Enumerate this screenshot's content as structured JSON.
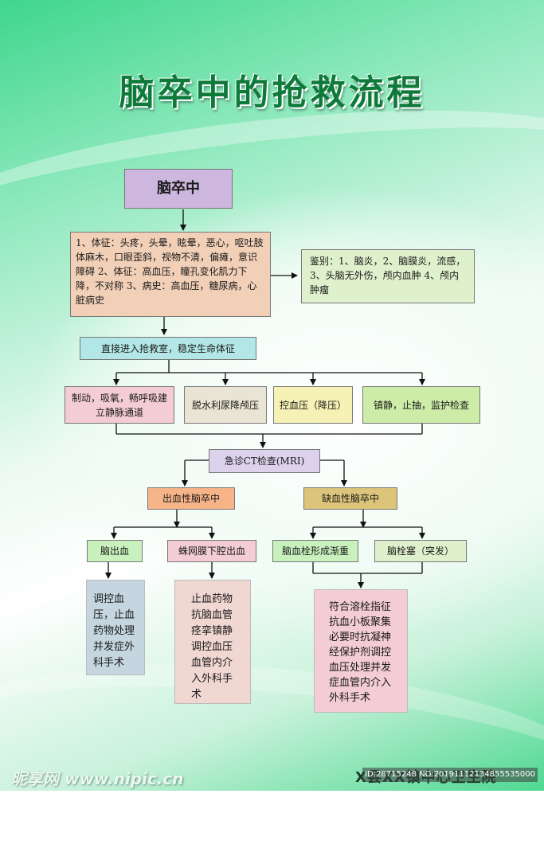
{
  "title": "脑卒中的抢救流程",
  "nodes": {
    "stroke": "脑卒中",
    "symptoms": "1、体征：头疼，头晕，眩晕，恶心，呕吐肢体麻木，口眼歪斜，视物不清，偏瘫，意识障碍 2、体征：高血压，瞳孔变化肌力下降，不对称 3、病史：高血压，糖尿病，心脏病史",
    "differential": "鉴别：1、脑炎，2、脑膜炎，流感，3、头脑无外伤，颅内血肿 4、颅内肿瘤",
    "emergency_room": "直接进入抢救室，稳定生命体征",
    "braking": "制动，吸氧，畅呼吸建立静脉通道",
    "dehydration": "脱水利尿降颅压",
    "bp_control": "控血压（降压）",
    "sedation": "镇静，止抽，监护检查",
    "ct": "急诊CT检查(MRI)",
    "hemorrhagic": "出血性脑卒中",
    "ischemic": "缺血性脑卒中",
    "cerebral_hemorrhage": "脑出血",
    "subarachnoid": "蛛网膜下腔出血",
    "thrombosis": "脑血栓形成渐重",
    "embolism": "脑栓塞（突发）",
    "treat_hemorrhage": "调控血压，止血药物处理并发症外科手术",
    "treat_subarachnoid": "止血药物抗脑血管痉挛镇静调控血压血管内介入外科手术",
    "treat_ischemic": "符合溶栓指征抗血小板聚集必要时抗凝神经保护剂调控血压处理并发症血管内介入外科手术"
  },
  "footer": {
    "logo": "昵享网 www.nipic.cn",
    "org": "X县XX镇中心卫生院",
    "image_id": "ID:28715248 NO:20191112134855535000"
  },
  "colors": {
    "title": "#0e7a3a",
    "lavender": "#cdb7df",
    "peach": "#f2cfb7",
    "pale_green": "#dff0cc",
    "teal": "#b3e6e6",
    "pink": "#f3ccd6",
    "beige": "#e9e4d3",
    "yellow": "#f6f1b4",
    "green": "#cdeca7",
    "lilac": "#ddd2ec",
    "orange": "#f7b489",
    "gold": "#dcc47a",
    "light_green": "#c9f1bd",
    "light_blue": "#c5d6e0",
    "rose": "#f1d7d1"
  }
}
